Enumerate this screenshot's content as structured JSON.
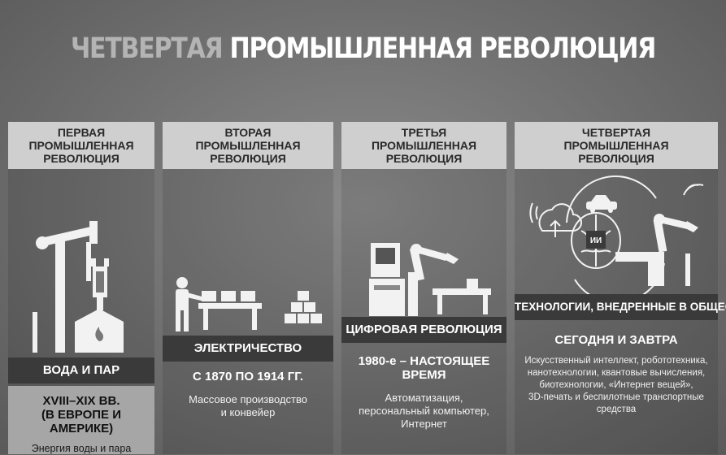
{
  "title": {
    "part1": "ЧЕТВЕРТАЯ",
    "part2": "ПРОМЫШЛЕННАЯ РЕВОЛЮЦИЯ"
  },
  "columns": [
    {
      "header": "ПЕРВАЯ\nПРОМЫШЛЕННАЯ\nРЕВОЛЮЦИЯ",
      "band": "ВОДА И ПАР",
      "period": "XVIII–XIX ВВ.\n(В ЕВРОПЕ И АМЕРИКЕ)",
      "description": "Энергия воды и пара"
    },
    {
      "header": "ВТОРАЯ\nПРОМЫШЛЕННАЯ\nРЕВОЛЮЦИЯ",
      "band": "ЭЛЕКТРИЧЕСТВО",
      "period": "С 1870 ПО 1914 ГГ.",
      "description": "Массовое производство\nи конвейер"
    },
    {
      "header": "ТРЕТЬЯ\nПРОМЫШЛЕННАЯ\nРЕВОЛЮЦИЯ",
      "band": "ЦИФРОВАЯ РЕВОЛЮЦИЯ",
      "period": "1980-е – НАСТОЯЩЕЕ ВРЕМЯ",
      "description": "Автоматизация,\nперсональный компьютер,\nИнтернет"
    },
    {
      "header": "ЧЕТВЕРТАЯ\nПРОМЫШЛЕННАЯ\nРЕВОЛЮЦИЯ",
      "band": "ТЕХНОЛОГИИ, ВНЕДРЕННЫЕ В ОБЩЕСТВО",
      "period": "СЕГОДНЯ И ЗАВТРА",
      "description": "Искусственный интеллект, робототехника,\nнанотехнологии, квантовые вычисления,\nбиотехнологии, «Интернет вещей»,\n3D-печать и беспилотные транспортные\nсредства"
    }
  ],
  "ai_chip_label": "ИИ",
  "icons": {
    "col1": "steam-engine-icon",
    "col2": "assembly-line-worker-icon",
    "col3": "computer-robot-arm-icon",
    "col4": "ai-brain-network-icon"
  },
  "colors": {
    "header_bg": "#cfcfcf",
    "band_bg": "#3a3a3a",
    "info_bg": "#a6a6a6",
    "title_light": "#b4b4b4",
    "title_white": "#ffffff"
  }
}
